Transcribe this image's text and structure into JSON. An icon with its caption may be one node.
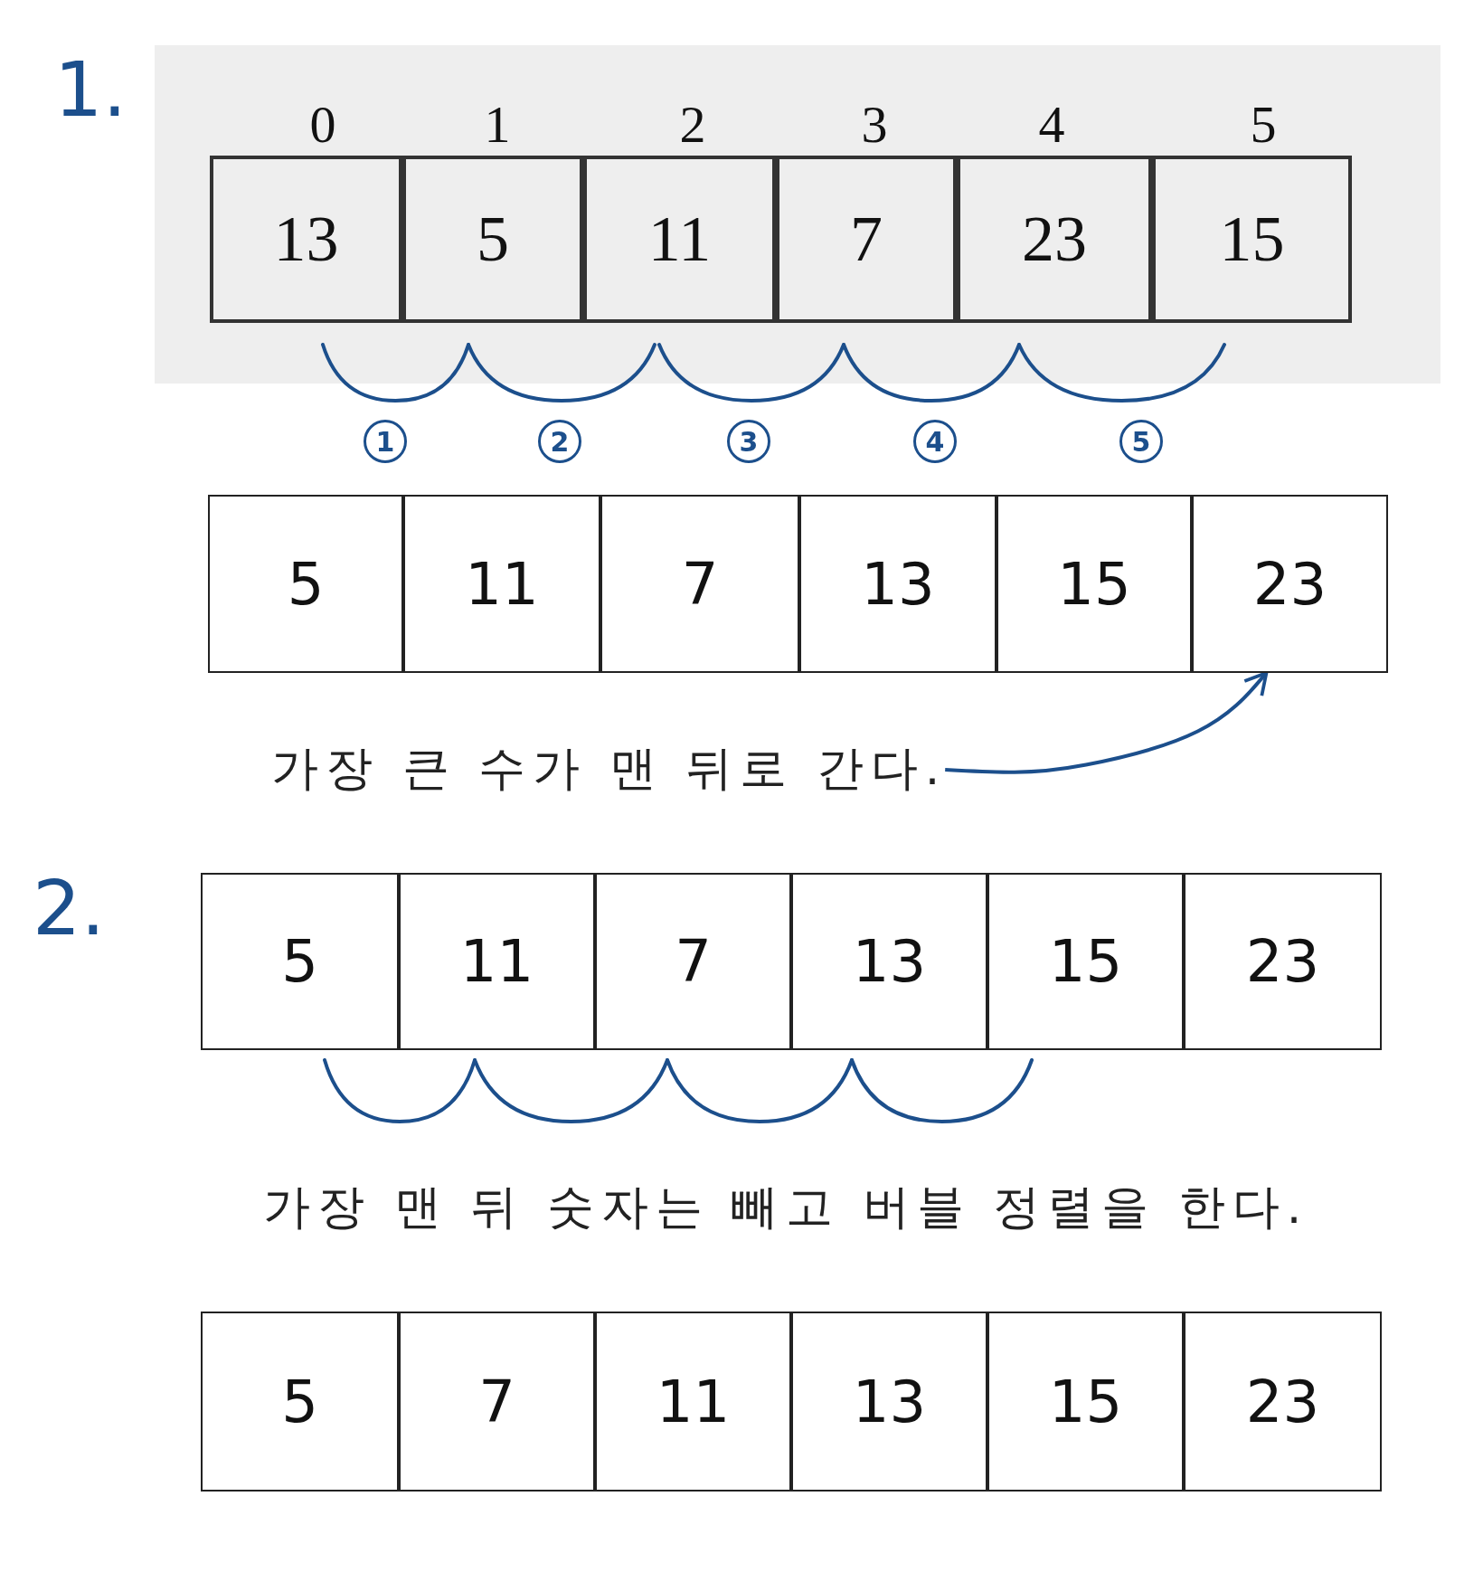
{
  "diagram": {
    "nodes": [
      {
        "text": [
          "13"
        ]
      },
      {
        "text": [
          "5"
        ]
      },
      {
        "text": [
          "11"
        ]
      },
      {
        "text": [
          "7"
        ]
      },
      {
        "text": [
          "23"
        ]
      },
      {
        "text": [
          "15"
        ]
      },
      {
        "text": [
          "5"
        ]
      },
      {
        "text": [
          "11"
        ]
      },
      {
        "text": [
          "7"
        ]
      },
      {
        "text": [
          "13"
        ]
      },
      {
        "text": [
          "15"
        ]
      },
      {
        "text": [
          "23"
        ]
      },
      {
        "text": [
          "가장 큰 수가 맨 뒤로 간다."
        ]
      },
      {
        "text": [
          "5"
        ]
      },
      {
        "text": [
          "11"
        ]
      },
      {
        "text": [
          "7"
        ]
      },
      {
        "text": [
          "13"
        ]
      },
      {
        "text": [
          "15"
        ]
      },
      {
        "text": [
          "23"
        ]
      },
      {
        "text": [
          "5"
        ]
      },
      {
        "text": [
          "7"
        ]
      },
      {
        "text": [
          "11"
        ]
      },
      {
        "text": [
          "13"
        ]
      },
      {
        "text": [
          "15"
        ]
      },
      {
        "text": [
          "23"
        ]
      }
    ],
    "edges": [
      {
        "from": 12,
        "to": 11,
        "arrow": "to"
      }
    ],
    "labels": [
      "1.",
      "0",
      "1",
      "2",
      "3",
      "4",
      "5",
      "1",
      "2",
      "3",
      "4",
      "5",
      "2.",
      "가장 맨 뒤 숫자는 빼고 버블 정렬을 한다."
    ]
  }
}
